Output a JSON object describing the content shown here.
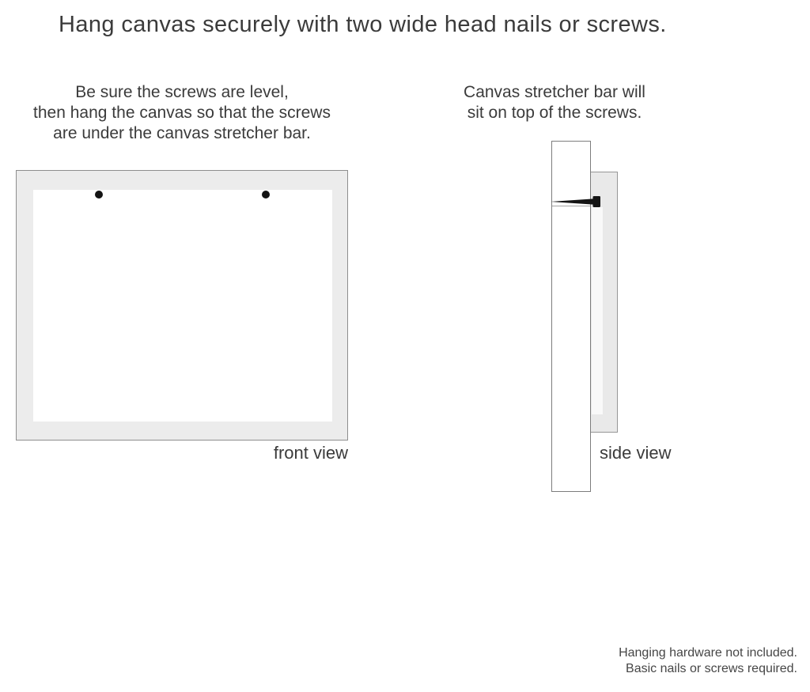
{
  "title": "Hang canvas securely with two wide head nails or screws.",
  "instructions": {
    "left": {
      "lines": [
        "Be sure the screws are level,",
        "then hang the canvas so that the screws",
        "are under the canvas stretcher bar."
      ]
    },
    "right": {
      "lines": [
        "Canvas stretcher bar will",
        "sit on top of the screws."
      ]
    }
  },
  "diagrams": {
    "front_view": {
      "label": "front view",
      "nail_count": 2,
      "icons": [
        "nail-head-dot",
        "nail-head-dot"
      ]
    },
    "side_view": {
      "label": "side view",
      "icons": [
        "nail-icon"
      ]
    }
  },
  "footer": {
    "lines": [
      "Hanging hardware not included.",
      "Basic nails or screws required."
    ]
  },
  "colors": {
    "canvas_fill": "#ececec",
    "canvas_side_fill": "#e9e9e9",
    "frame_outline": "#8e8e8e",
    "wall_outline": "#7d7d7d",
    "nail_black": "#141414",
    "text_dark": "#3b3b3b",
    "footer_text": "#464646",
    "background": "#ffffff"
  }
}
